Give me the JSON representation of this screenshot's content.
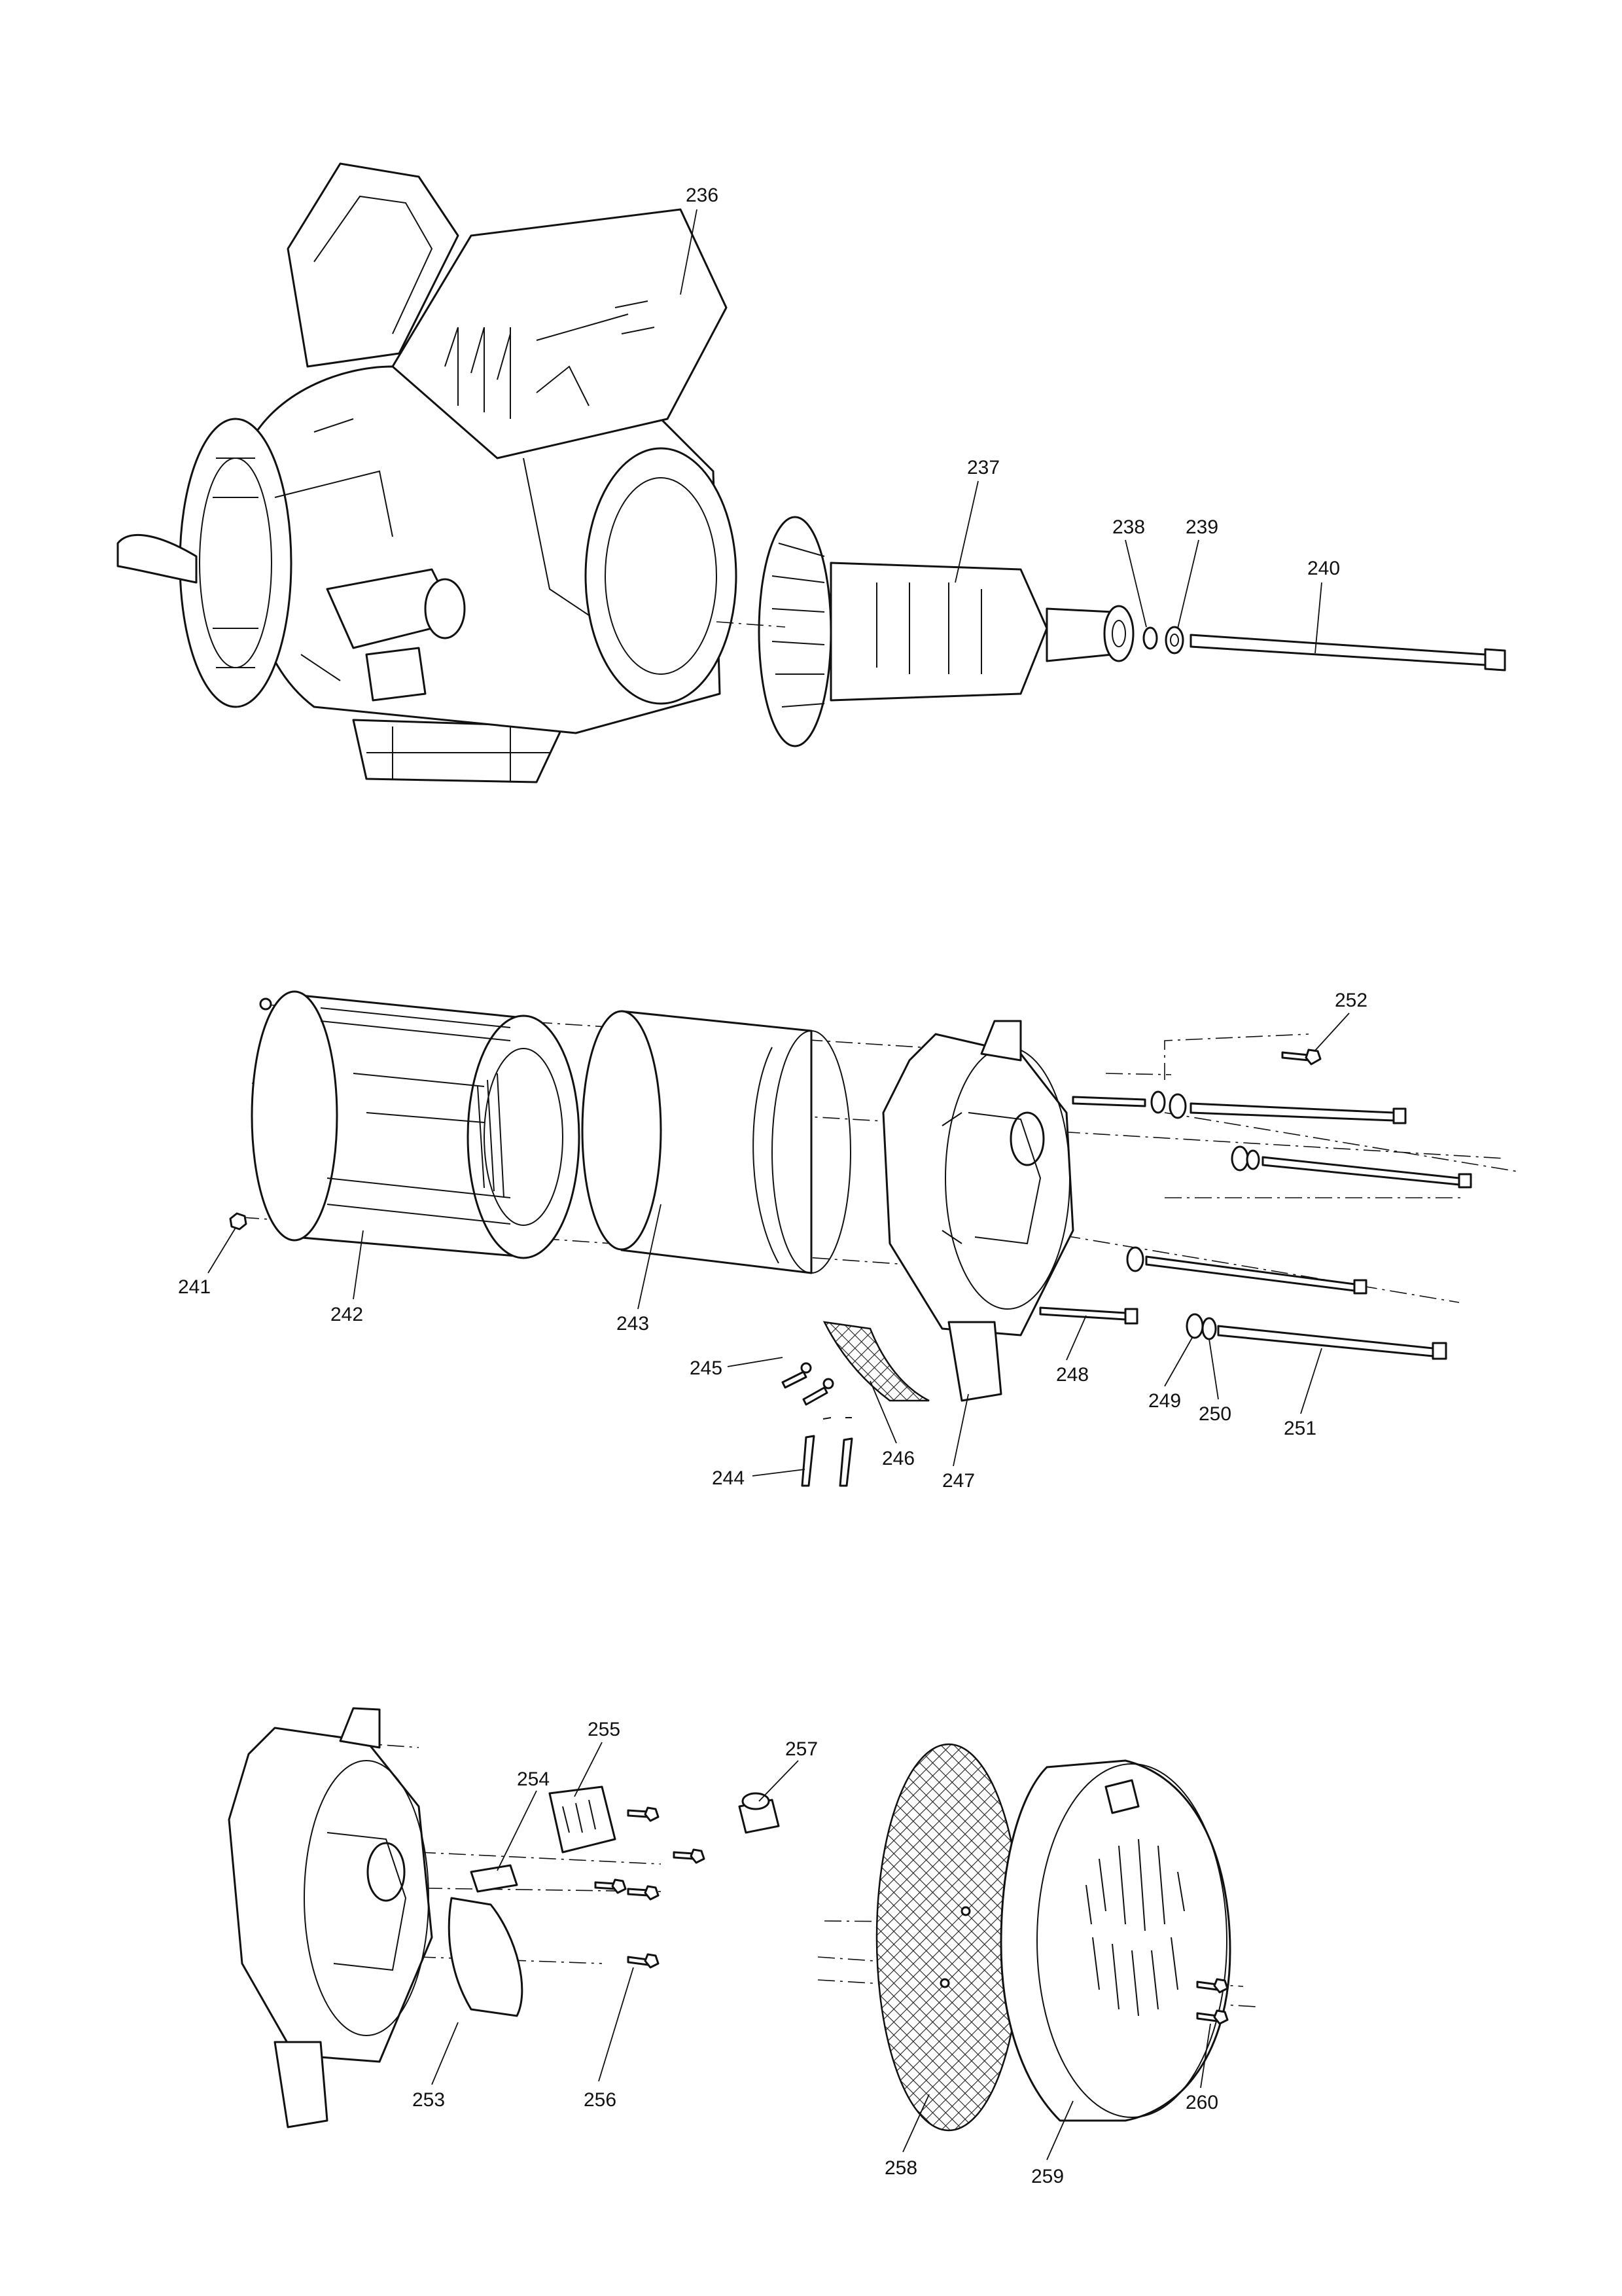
{
  "parts": {
    "p236": "236",
    "p237": "237",
    "p238": "238",
    "p239": "239",
    "p240": "240",
    "p241": "241",
    "p242": "242",
    "p243": "243",
    "p244": "244",
    "p245": "245",
    "p246": "246",
    "p247": "247",
    "p248": "248",
    "p249": "249",
    "p250": "250",
    "p251": "251",
    "p252": "252",
    "p253": "253",
    "p254": "254",
    "p255": "255",
    "p256": "256",
    "p257": "257",
    "p258": "258",
    "p259": "259",
    "p260": "260"
  },
  "colors": {
    "line": "#111111",
    "background": "#ffffff"
  }
}
